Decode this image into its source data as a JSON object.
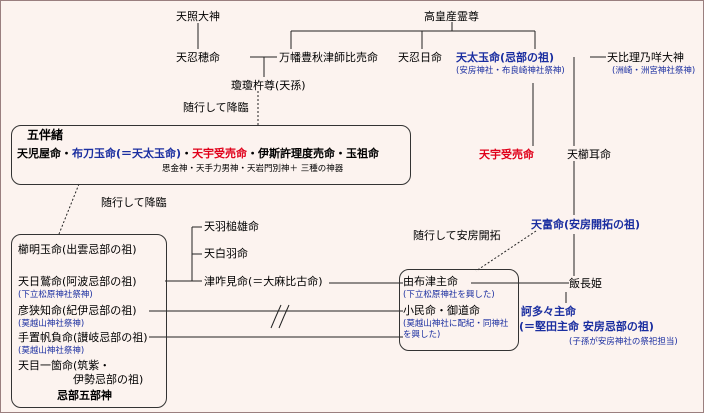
{
  "top": {
    "amaterasu": "天照大神",
    "takamimusubi": "高皇産霊尊"
  },
  "gen2": {
    "oshiho": "天忍穂命",
    "yorozuhata": "万幡豊秋津師比売命",
    "oshihi": "天忍日命",
    "futodama": "天太玉命(忌部の祖)",
    "futodama_shrine": "(安房神社・布良崎神社祭神)",
    "hirihime": "天比理乃咩大神",
    "hirihime_shrine": "(洲崎・洲宮神社祭神)"
  },
  "ninigi": "瓊瓊杵尊(天孫)",
  "zuiko1": "随行して降臨",
  "gobanzu": {
    "title": "五伴緒",
    "line1_a": "天児屋命・",
    "line1_b": "布刀玉命(＝天太玉命)",
    "line1_c": "・",
    "line1_d": "天宇受売命",
    "line1_e": "・伊斯許理度売命・玉祖命",
    "line2": "思金神・天手力男神・天岩門別神＋ 三種の神器"
  },
  "uzume_right": "天宇受売命",
  "amenoyatsu": "天櫛耳命",
  "zuiko2": "随行して降臨",
  "zuiko3": "随行して安房開拓",
  "ametomi": "天富命(安房開拓の祖)",
  "sons": {
    "hawashi": "天羽槌雄命",
    "shiraba": "天白羽命",
    "tsukui": "津咋見命(＝大麻比古命)"
  },
  "imbe": {
    "kushiakaru": "櫛明玉命(出雲忌部の祖)",
    "hiwashi": "天日鷲命(阿波忌部の祖)",
    "hiwashi_note": "(下立松原神社祭神)",
    "hikosashi": "彦狭知命(紀伊忌部の祖)",
    "hikosashi_note": "(莫越山神社祭神)",
    "taoki": "手置帆負命(讃岐忌部の祖)",
    "taoki_note": "(莫越山神社祭神)",
    "mahitotsu_a": "天目一箇命(筑紫・",
    "mahitotsu_b": "伊勢忌部の祖)",
    "footer": "忌部五部神"
  },
  "yufutsu": {
    "name": "由布津主命",
    "note": "(下立松原神社を興した)",
    "koshio": "小民命・御道命",
    "koshio_note1": "(莫越山神社に配紀・同神社",
    "koshio_note2": "を興した)"
  },
  "iinagahime": "飯長姫",
  "katatama": {
    "name": "訶多々主命",
    "alias": "(＝堅田主命 安房忌部の祖)",
    "note": "(子孫が安房神社の祭祀担当)"
  }
}
